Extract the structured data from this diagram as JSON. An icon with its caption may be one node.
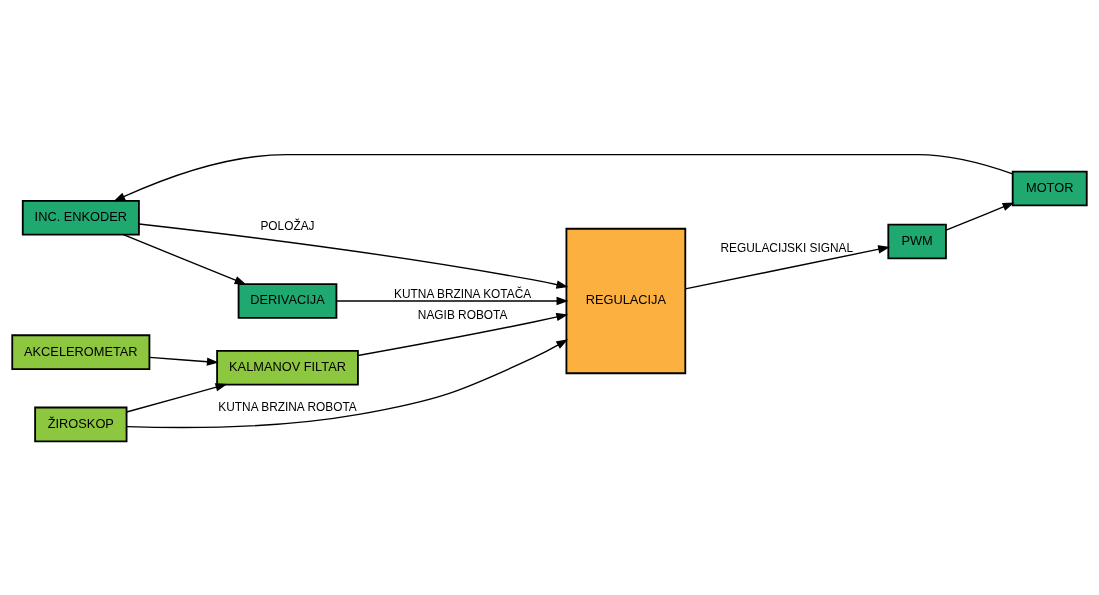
{
  "diagram": {
    "nodes": [
      {
        "text": [
          "INC. ENKODER"
        ]
      },
      {
        "text": [
          "MOTOR"
        ]
      },
      {
        "text": [
          "PWM"
        ]
      },
      {
        "text": [
          "DERIVACIJA"
        ]
      },
      {
        "text": [
          "REGULACIJA"
        ]
      },
      {
        "text": [
          "AKCELEROMETAR"
        ]
      },
      {
        "text": [
          "KALMANOV FILTAR"
        ]
      },
      {
        "text": [
          "ŽIROSKOP"
        ]
      }
    ],
    "edges": [
      {
        "from": 2,
        "to": 1,
        "arrow": "to"
      },
      {
        "from": 1,
        "to": 0,
        "arrow": "to"
      },
      {
        "from": 0,
        "to": 3,
        "arrow": "to"
      },
      {
        "from": 3,
        "to": 4,
        "arrow": "to",
        "label": "KUTNA BRZINA KOTAČA"
      },
      {
        "from": 0,
        "to": 4,
        "arrow": "to",
        "label": "POLOŽAJ"
      },
      {
        "from": 5,
        "to": 6,
        "arrow": "to"
      },
      {
        "from": 7,
        "to": 6,
        "arrow": "to"
      },
      {
        "from": 6,
        "to": 4,
        "arrow": "to",
        "label": "NAGIB ROBOTA"
      },
      {
        "from": 7,
        "to": 4,
        "arrow": "to",
        "label": "KUTNA BRZINA ROBOTA"
      },
      {
        "from": 4,
        "to": 2,
        "arrow": "to",
        "label": "REGULACIJSKI SIGNAL"
      }
    ]
  }
}
